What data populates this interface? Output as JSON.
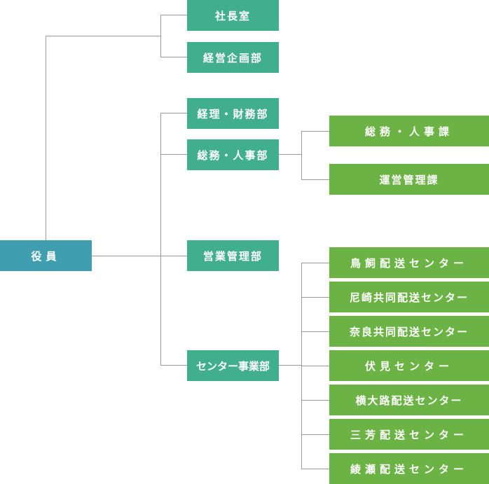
{
  "root": {
    "label": "役員"
  },
  "departments": {
    "president_office": "社長室",
    "planning": "経営企画部",
    "finance": "経理・財務部",
    "general_affairs": "総務・人事部",
    "sales_management": "営業管理部",
    "center_business": "センター事業部"
  },
  "sections": {
    "general_hr": "総務・人事課",
    "operations": "運営管理課"
  },
  "centers": [
    "鳥飼配送センター",
    "尼崎共同配送センター",
    "奈良共同配送センター",
    "伏見センター",
    "横大路配送センター",
    "三芳配送センター",
    "綾瀬配送センター"
  ],
  "colors": {
    "executive": "#3f9fb0",
    "department": "#41ae8e",
    "section": "#6cb345",
    "connector": "#9a9a9a"
  }
}
